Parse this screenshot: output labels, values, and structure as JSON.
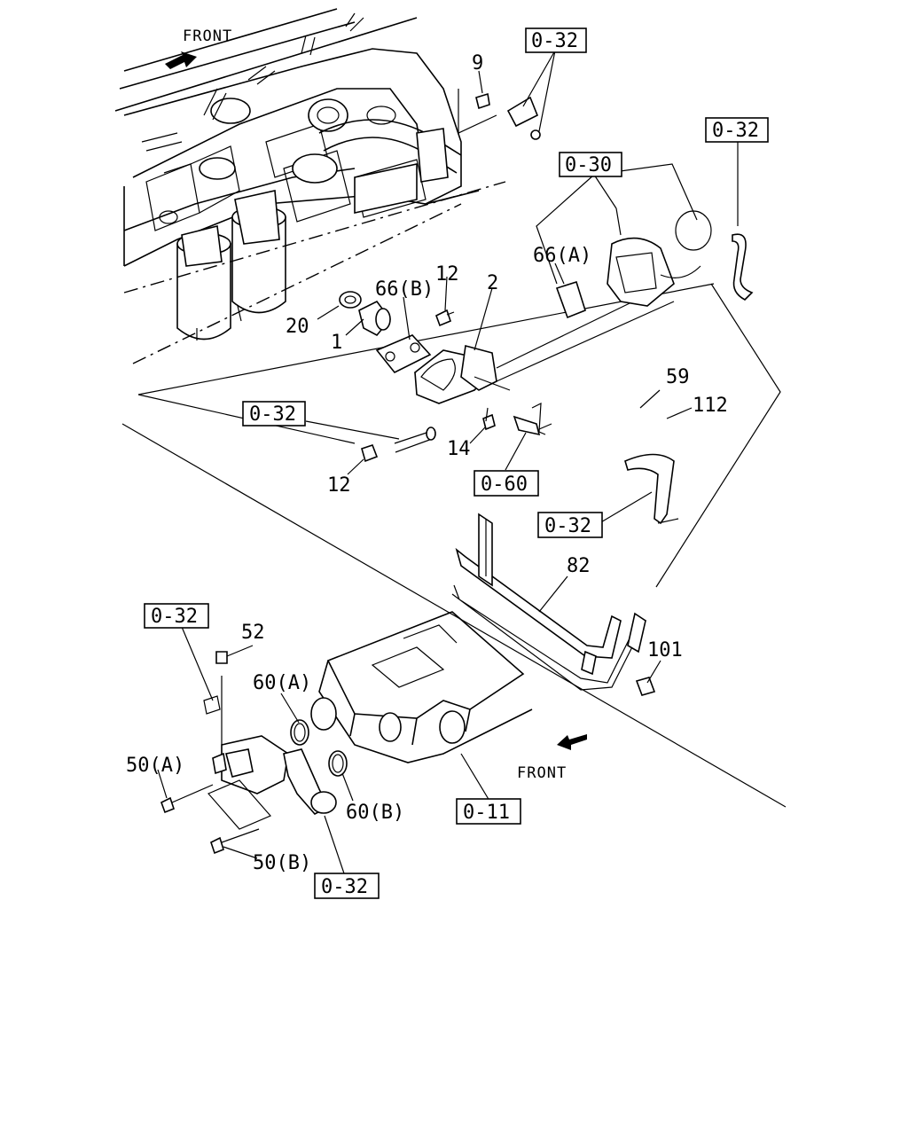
{
  "front_labels": {
    "top": "FRONT",
    "bottom": "FRONT"
  },
  "refs": {
    "r1": "0-32",
    "r2": "0-32",
    "r3": "0-30",
    "r4": "0-32",
    "r5": "0-60",
    "r6": "0-32",
    "r7": "0-32",
    "r8": "0-11",
    "r9": "0-32"
  },
  "parts": {
    "p9": "9",
    "p66a": "66(A)",
    "p66b": "66(B)",
    "p12a": "12",
    "p2": "2",
    "p20": "20",
    "p1": "1",
    "p59": "59",
    "p112": "112",
    "p14": "14",
    "p12b": "12",
    "p82": "82",
    "p52": "52",
    "p101": "101",
    "p60a": "60(A)",
    "p50a": "50(A)",
    "p60b": "60(B)",
    "p50b": "50(B)"
  }
}
